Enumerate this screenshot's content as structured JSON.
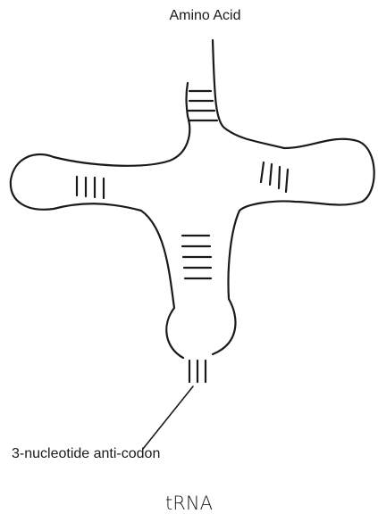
{
  "diagram": {
    "labels": {
      "amino_acid": "Amino Acid",
      "anticodon": "3-nucleotide anti-codon",
      "title": "tRNA"
    },
    "parts": [
      "amino-acid-arm",
      "left-loop",
      "right-loop",
      "anticodon-loop"
    ]
  }
}
